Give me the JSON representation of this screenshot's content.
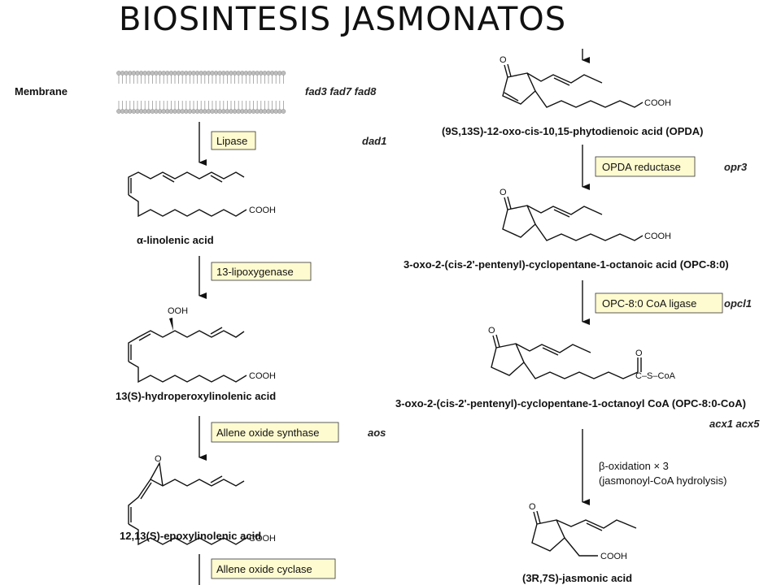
{
  "title": "BIOSINTESIS JASMONATOS",
  "membrane_label": "Membrane",
  "enzymes": [
    "Lipase",
    "13-lipoxygenase",
    "Allene oxide synthase",
    "Allene oxide cyclase",
    "OPDA reductase",
    "OPC-8:0 CoA ligase"
  ],
  "genes": [
    "fad3 fad7 fad8",
    "dad1",
    "aos",
    "opr3",
    "opcl1",
    "acx1 acx5"
  ],
  "compounds": [
    "α-linolenic acid",
    "13(S)-hydroperoxylinolenic acid",
    "12,13(S)-epoxylinolenic acid",
    "(9S,13S)-12-oxo-cis-10,15-phytodienoic acid (OPDA)",
    "3-oxo-2-(cis-2'-pentenyl)-cyclopentane-1-octanoic acid (OPC-8:0)",
    "3-oxo-2-(cis-2'-pentenyl)-cyclopentane-1-octanoyl CoA (OPC-8:0-CoA)",
    "(3R,7S)-jasmonic acid"
  ],
  "beta_oxidation": [
    "β-oxidation × 3",
    "(jasmonoyl-CoA hydrolysis)"
  ],
  "atoms": {
    "cooh": "COOH",
    "ooh": "OOH",
    "o": "O",
    "coa": "C–S–CoA"
  }
}
